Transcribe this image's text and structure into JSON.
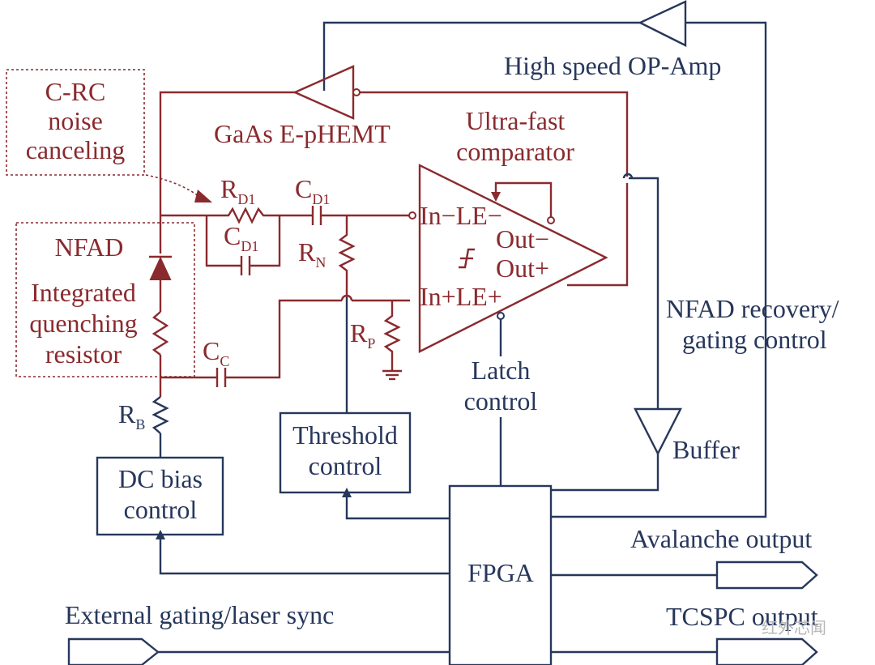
{
  "labels": {
    "crc_line1": "C-RC",
    "crc_line2": "noise",
    "crc_line3": "canceling",
    "nfad": "NFAD",
    "iqr_line1": "Integrated",
    "iqr_line2": "quenching",
    "iqr_line3": "resistor",
    "rd1_main": "R",
    "rd1_sub": "D1",
    "cd1_top_main": "C",
    "cd1_top_sub": "D1",
    "cd1_bot_main": "C",
    "cd1_bot_sub": "D1",
    "rn_main": "R",
    "rn_sub": "N",
    "rp_main": "R",
    "rp_sub": "P",
    "cc_main": "C",
    "cc_sub": "C",
    "rb_main": "R",
    "rb_sub": "B",
    "gaas": "GaAs E-pHEMT",
    "opamp": "High speed OP-Amp",
    "comp_line1": "Ultra-fast",
    "comp_line2": "comparator",
    "in_minus_le_minus": "In−LE−",
    "in_plus_le_plus": "In+LE+",
    "out_minus": "Out−",
    "out_plus": "Out+",
    "latch_line1": "Latch",
    "latch_line2": "control",
    "nfad_rec_line1": "NFAD recovery/",
    "nfad_rec_line2": "gating control",
    "buffer": "Buffer",
    "threshold_line1": "Threshold",
    "threshold_line2": "control",
    "dcbias_line1": "DC bias",
    "dcbias_line2": "control",
    "fpga": "FPGA",
    "avalanche_output": "Avalanche output",
    "tcspc_output": "TCSPC output",
    "ext_gating": "External gating/laser sync",
    "watermark": "红外芯闻"
  },
  "colors": {
    "navy": "#27375c",
    "red": "#8a2a2e"
  }
}
